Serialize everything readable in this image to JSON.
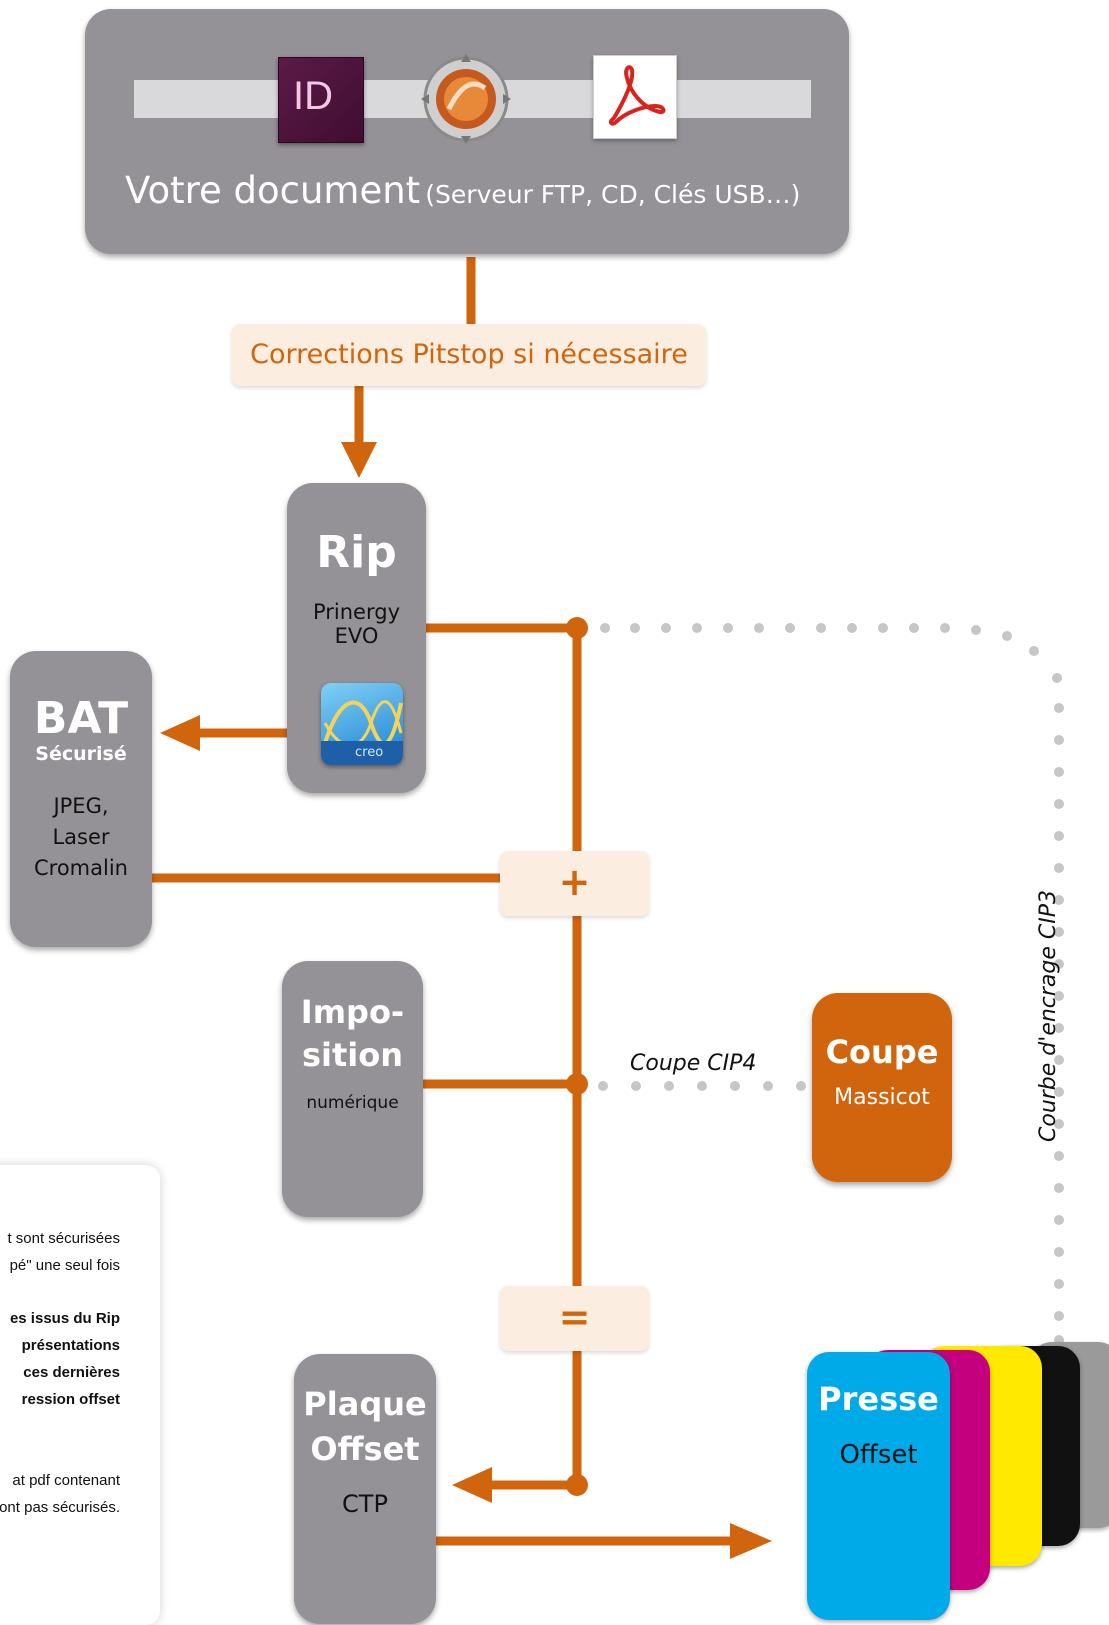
{
  "source": {
    "title": "Votre document",
    "subtitle": "(Serveur FTP, CD, Clés USB…)",
    "icons": [
      "indesign-icon",
      "pitstop-icon",
      "acrobat-pdf-icon"
    ],
    "indesign_letters": "ID"
  },
  "corrections": {
    "label": "Corrections Pitstop si nécessaire"
  },
  "rip": {
    "title": "Rip",
    "line1": "Prinergy",
    "line2": "EVO",
    "icon": "creo-icon",
    "icon_text": "creo"
  },
  "bat": {
    "title": "BAT",
    "subtitle": "Sécurisé",
    "line1": "JPEG,",
    "line2": "Laser",
    "line3": "Cromalin"
  },
  "plus": {
    "label": "+"
  },
  "imposition": {
    "title_line1": "Impo-",
    "title_line2": "sition",
    "sub": "numérique"
  },
  "coupe": {
    "title": "Coupe",
    "sub": "Massicot",
    "link_label": "Coupe CIP4"
  },
  "equals": {
    "label": "="
  },
  "plaque": {
    "title_line1": "Plaque",
    "title_line2": "Offset",
    "sub": "CTP"
  },
  "presse": {
    "title": "Presse",
    "sub": "Offset"
  },
  "curve_label": "Courbe d'encrage CIP3",
  "notes": {
    "line1": "t sont sécurisées",
    "line2": "pé\" une seul fois",
    "line3": "es issus du Rip",
    "line4": "présentations",
    "line5": "ces dernières",
    "line6": "ression offset",
    "line7": "at pdf contenant",
    "line8": "ont pas sécurisés."
  },
  "colors": {
    "orange": "#d0650e",
    "gray_box": "#949197",
    "cream": "#fbeee0",
    "dots": "#c6c6c6",
    "cyan": "#00a9e8",
    "magenta": "#c4007e",
    "yellow": "#ffe900",
    "black": "#111111",
    "gray": "#9a9a9a"
  }
}
